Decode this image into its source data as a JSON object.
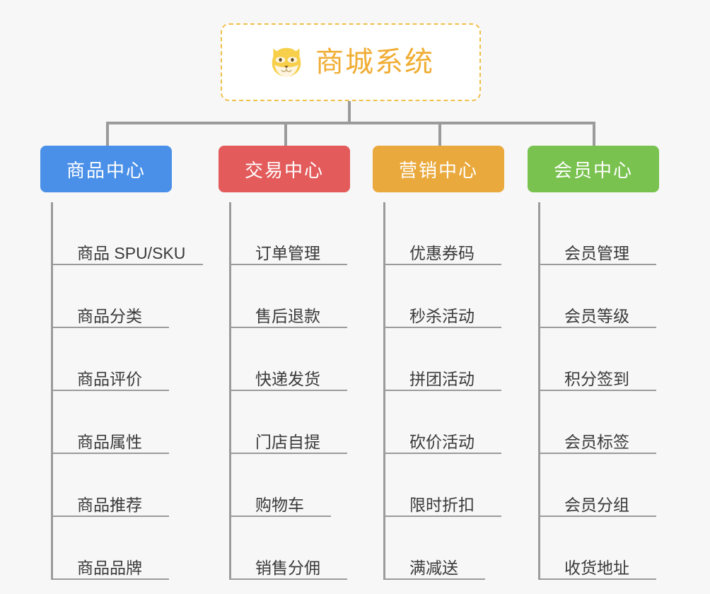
{
  "page": {
    "background_color": "#f7f7f7",
    "line_color": "#9b9b9b",
    "leaf_text_color": "#3a3a3a"
  },
  "root": {
    "title": "商城系统",
    "icon": "shiba-dog-face-icon",
    "title_color": "#f0ad33",
    "border_color": "#f0c04a",
    "background_color": "#ffffff"
  },
  "branches": [
    {
      "label": "商品中心",
      "color": "#4a90e8",
      "items": [
        {
          "label": "商品 SPU/SKU"
        },
        {
          "label": "商品分类"
        },
        {
          "label": "商品评价"
        },
        {
          "label": "商品属性"
        },
        {
          "label": "商品推荐"
        },
        {
          "label": "商品品牌"
        }
      ]
    },
    {
      "label": "交易中心",
      "color": "#e35b5b",
      "items": [
        {
          "label": "订单管理"
        },
        {
          "label": "售后退款"
        },
        {
          "label": "快递发货"
        },
        {
          "label": "门店自提"
        },
        {
          "label": "购物车"
        },
        {
          "label": "销售分佣"
        }
      ]
    },
    {
      "label": "营销中心",
      "color": "#eaa93c",
      "items": [
        {
          "label": "优惠券码"
        },
        {
          "label": "秒杀活动"
        },
        {
          "label": "拼团活动"
        },
        {
          "label": "砍价活动"
        },
        {
          "label": "限时折扣"
        },
        {
          "label": "满减送"
        }
      ]
    },
    {
      "label": "会员中心",
      "color": "#79c24f",
      "items": [
        {
          "label": "会员管理"
        },
        {
          "label": "会员等级"
        },
        {
          "label": "积分签到"
        },
        {
          "label": "会员标签"
        },
        {
          "label": "会员分组"
        },
        {
          "label": "收货地址"
        }
      ]
    }
  ]
}
